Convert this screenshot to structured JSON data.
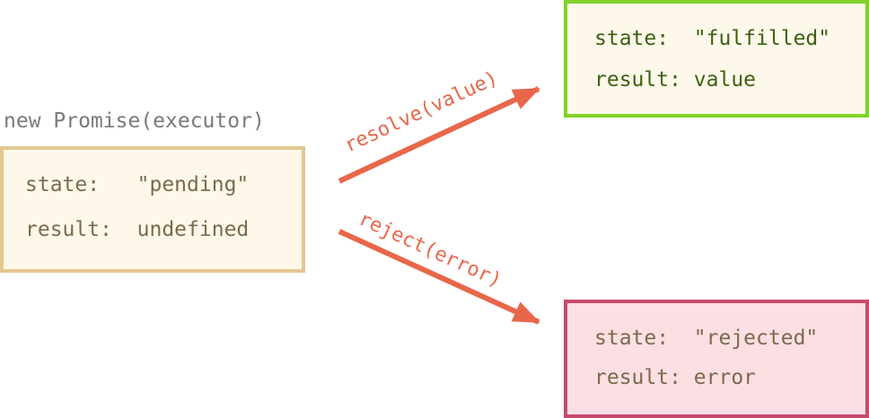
{
  "executor_caption": "new Promise(executor)",
  "pending": {
    "state_label": "state:",
    "state_value": "\"pending\"",
    "result_label": "result:",
    "result_value": "undefined"
  },
  "fulfilled": {
    "state_label": "state:",
    "state_value": "\"fulfilled\"",
    "result_label": "result:",
    "result_value": "value"
  },
  "rejected": {
    "state_label": "state:",
    "state_value": "\"rejected\"",
    "result_label": "result:",
    "result_value": "error"
  },
  "transitions": {
    "resolve_label": "resolve(value)",
    "reject_label": "reject(error)"
  },
  "colors": {
    "arrow": "#e8674a",
    "pending_border": "#e3c690",
    "pending_bg": "#fef8ea",
    "fulfilled_border": "#80d229",
    "fulfilled_text": "#3c6113",
    "rejected_border": "#c74a6d",
    "rejected_bg": "#fcdfe3"
  }
}
